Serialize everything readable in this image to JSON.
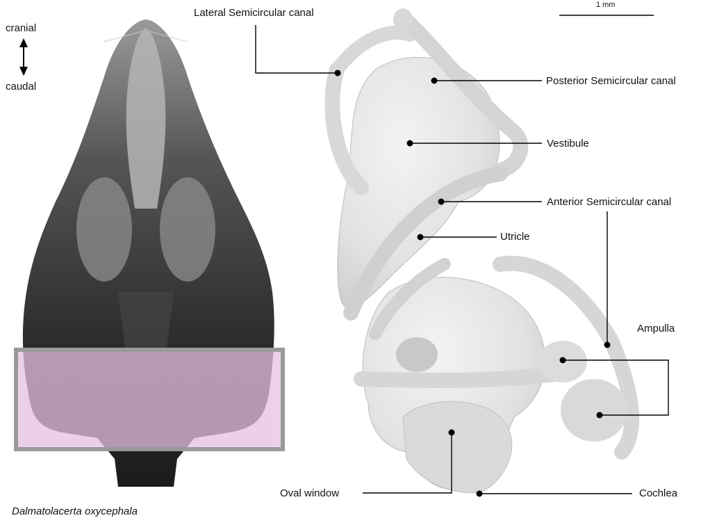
{
  "orientation": {
    "top_label": "cranial",
    "bottom_label": "caudal"
  },
  "scale_bar": {
    "label": "1 mm"
  },
  "labels": {
    "lateral_canal": "Lateral Semicircular canal",
    "posterior_canal": "Posterior Semicircular canal",
    "vestibule": "Vestibule",
    "anterior_canal": "Anterior Semicircular canal",
    "utricle": "Utricle",
    "ampulla": "Ampulla",
    "oval_window": "Oval window",
    "cochlea": "Cochlea"
  },
  "species": "Dalmatolacerta oxycephala",
  "colors": {
    "highlight_box_fill": "#e6bfe2",
    "highlight_box_stroke": "#9a9a9a",
    "skull_dark": "#2a2a2a",
    "inner_ear_fill": "#e4e4e4"
  }
}
